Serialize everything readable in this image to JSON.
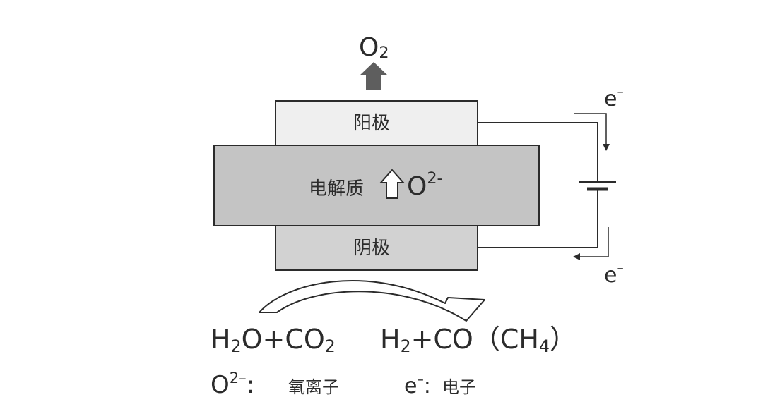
{
  "top_gas": {
    "base": "O",
    "sub": "2"
  },
  "anode": {
    "label": "阳极"
  },
  "electrolyte": {
    "label": "电解质",
    "ion_base": "O",
    "ion_charge": "2-"
  },
  "cathode": {
    "label": "阴极"
  },
  "circuit": {
    "electron_top_base": "e",
    "electron_top_charge": "–",
    "electron_bottom_base": "e",
    "electron_bottom_charge": "–"
  },
  "reaction": {
    "reactants": {
      "p1": "H",
      "s1": "2",
      "p2": "O+CO",
      "s2": "2"
    },
    "products": {
      "p1": "H",
      "s1": "2",
      "p2": "+CO（CH",
      "s2": "4",
      "p3": "）"
    }
  },
  "legend": {
    "ion_symbol_base": "O",
    "ion_symbol_charge": "2–",
    "ion_sep": ":",
    "ion_name": "氧离子",
    "electron_symbol_base": "e",
    "electron_symbol_charge": "–",
    "electron_sep": ":",
    "electron_name": "电子"
  },
  "colors": {
    "electrode_fill": "#efefef",
    "electrolyte_fill": "#c4c4c4",
    "cathode_fill": "#d2d2d2",
    "outline": "#2b2b2b",
    "arrow_dark": "#5e5e5e"
  }
}
